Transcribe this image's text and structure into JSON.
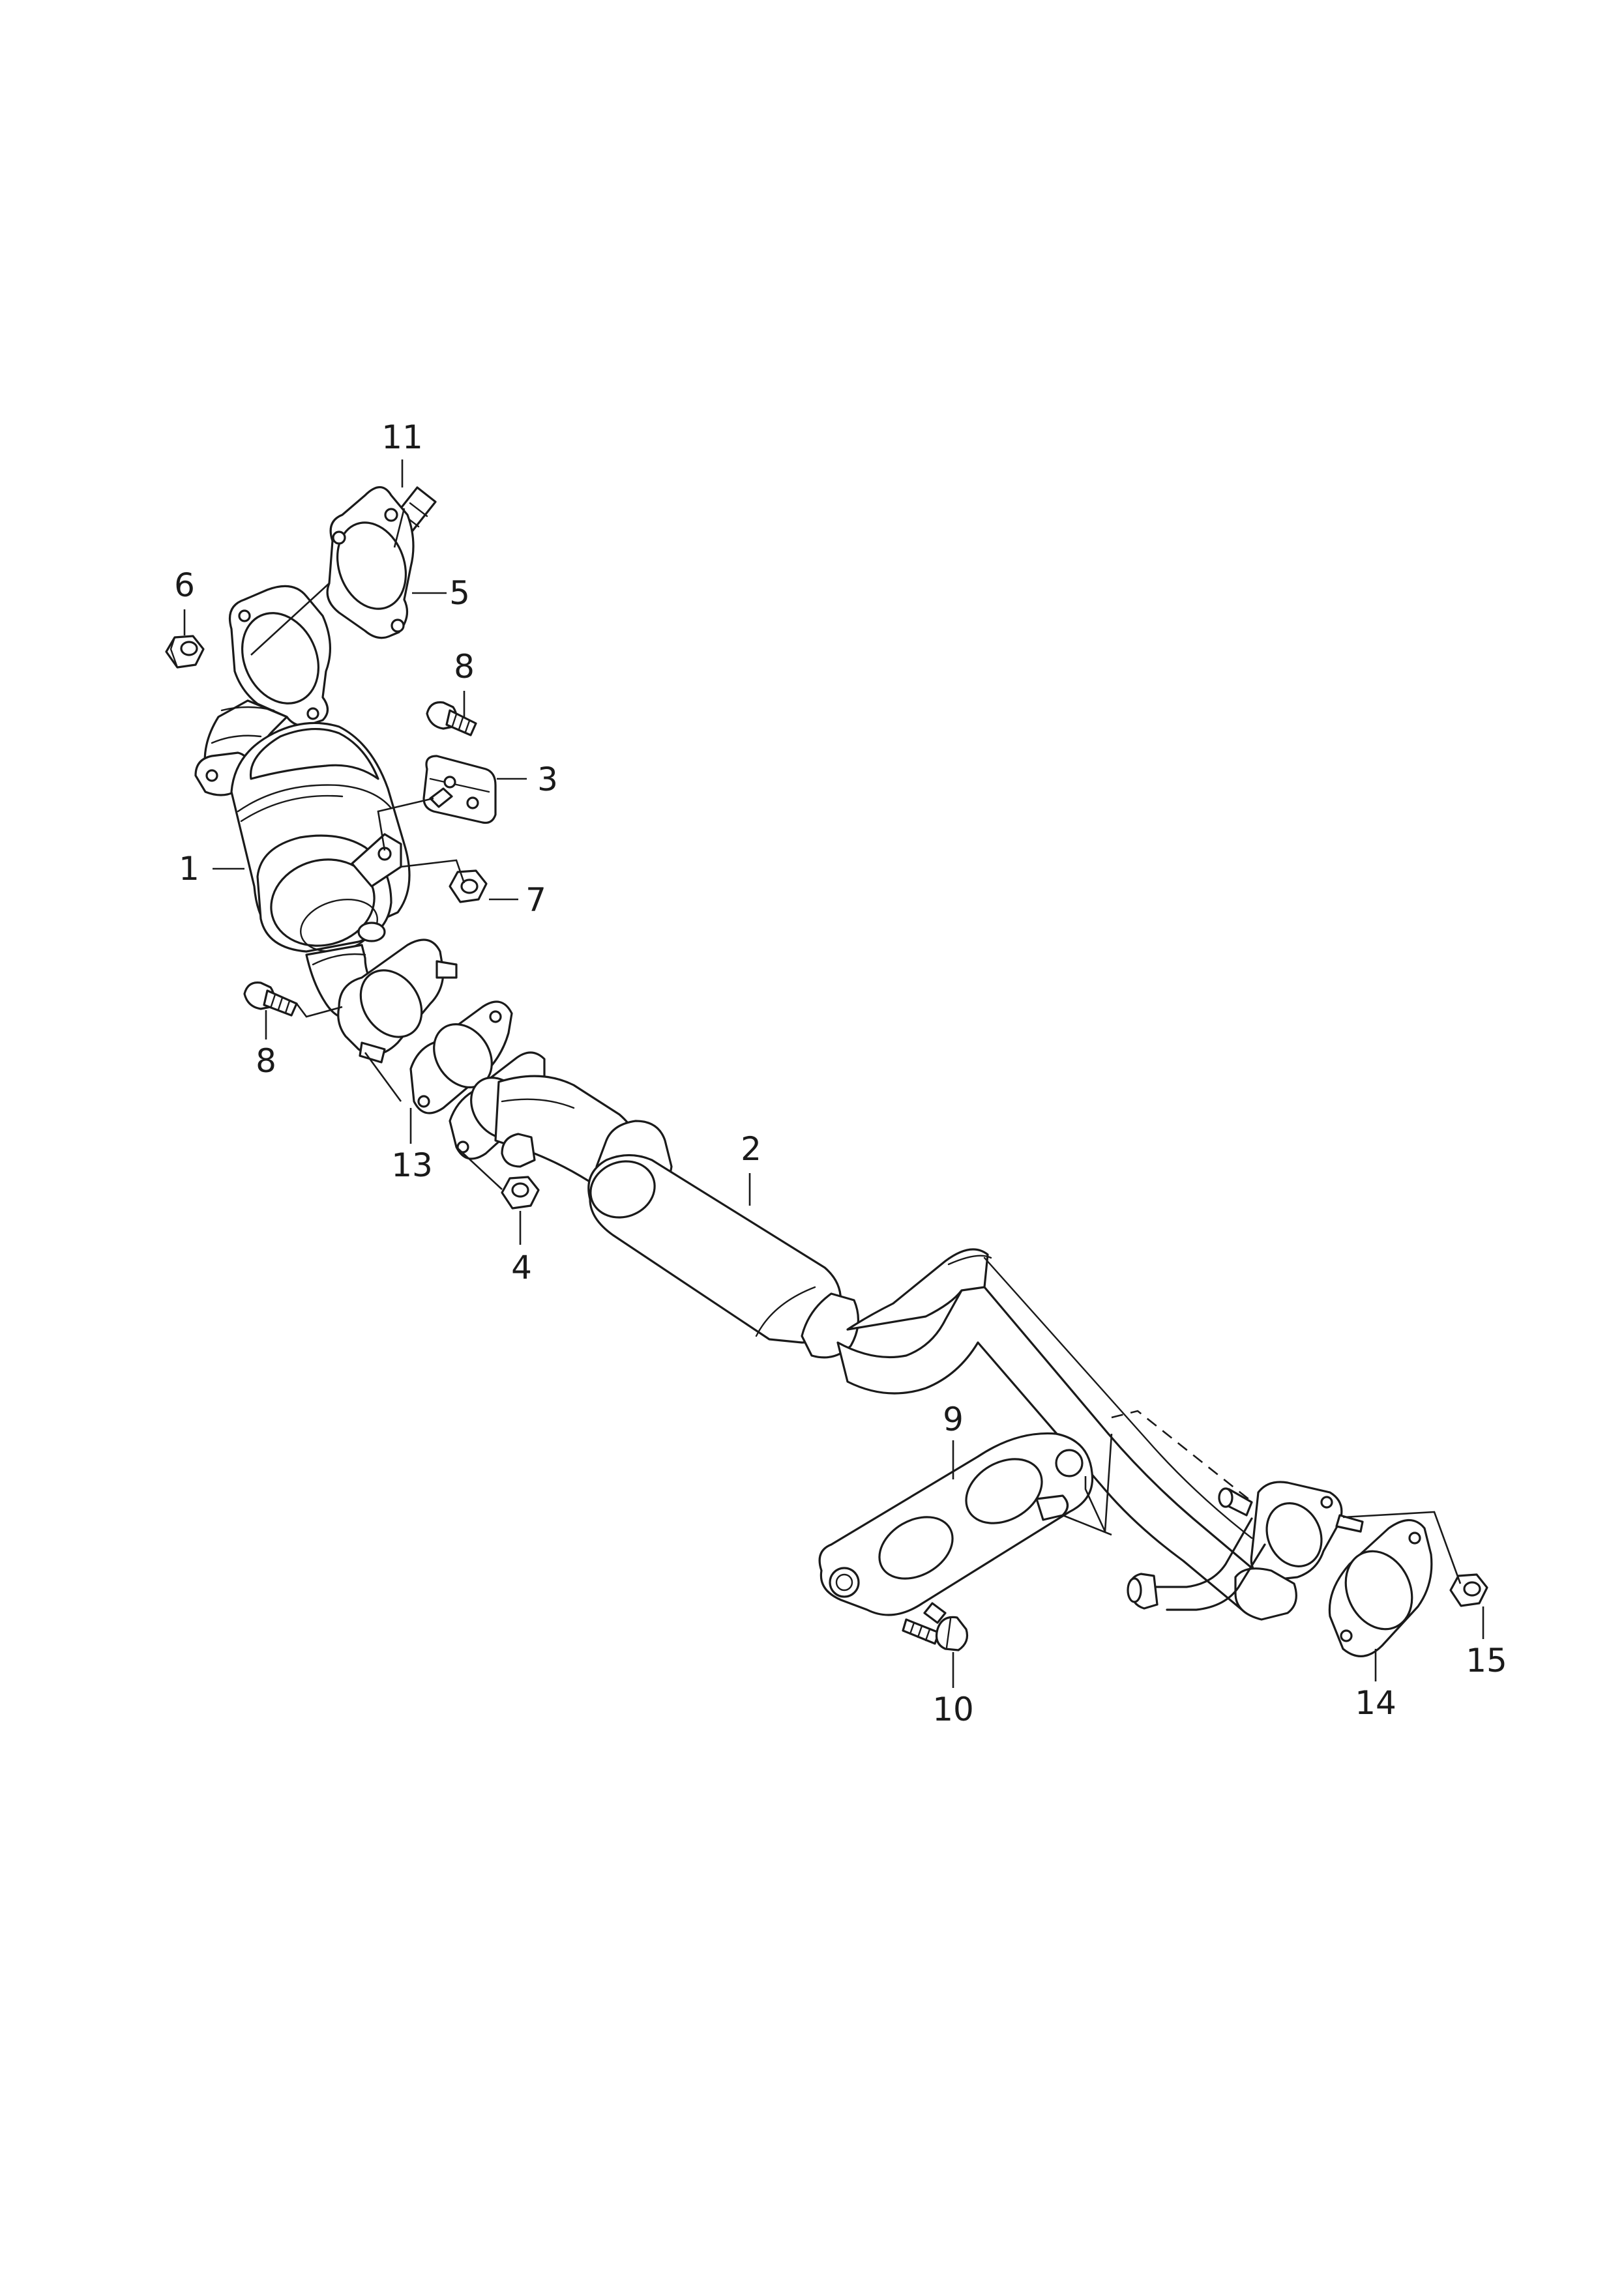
{
  "callouts": [
    {
      "id": "1",
      "label": "1"
    },
    {
      "id": "2",
      "label": "2"
    },
    {
      "id": "3",
      "label": "3"
    },
    {
      "id": "4",
      "label": "4"
    },
    {
      "id": "5",
      "label": "5"
    },
    {
      "id": "6",
      "label": "6"
    },
    {
      "id": "7",
      "label": "7"
    },
    {
      "id": "8a",
      "label": "8"
    },
    {
      "id": "8b",
      "label": "8"
    },
    {
      "id": "9",
      "label": "9"
    },
    {
      "id": "10",
      "label": "10"
    },
    {
      "id": "11",
      "label": "11"
    },
    {
      "id": "13",
      "label": "13"
    },
    {
      "id": "14",
      "label": "14"
    },
    {
      "id": "15",
      "label": "15"
    }
  ]
}
